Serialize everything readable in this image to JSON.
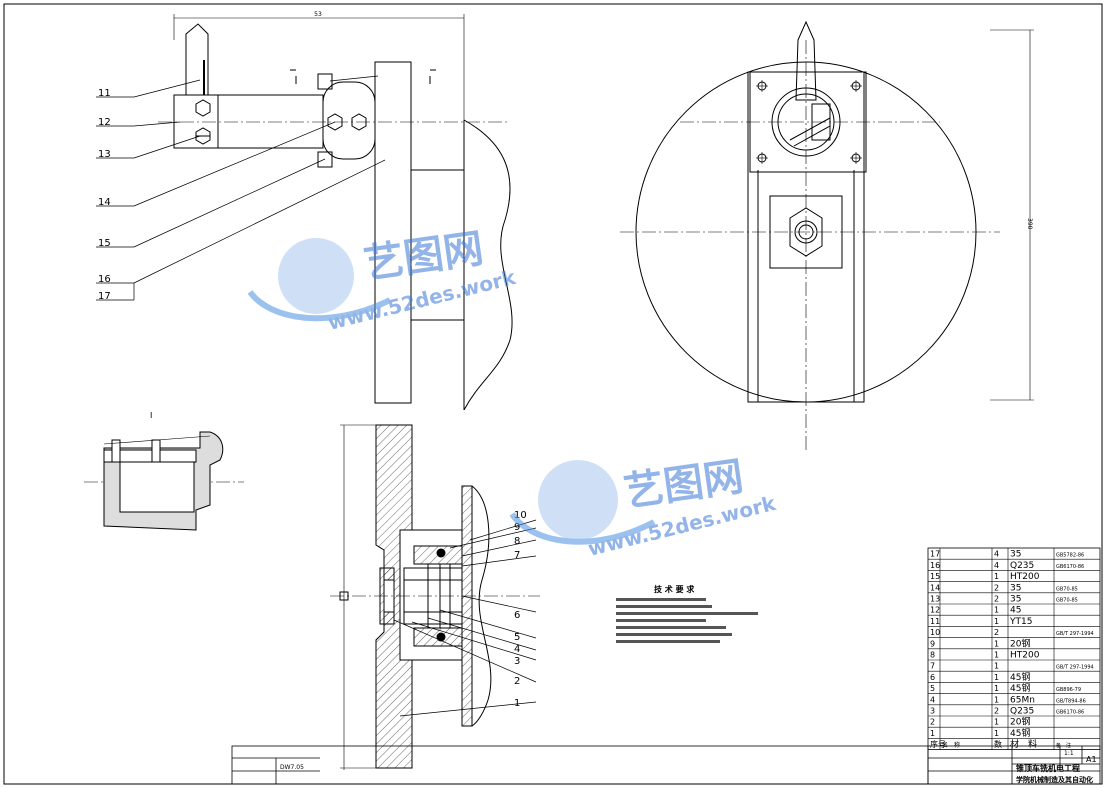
{
  "drawing": {
    "balloons_top": [
      "11",
      "12",
      "13",
      "14",
      "15",
      "16",
      "17"
    ],
    "balloons_section": [
      "10",
      "9",
      "8",
      "7",
      "6",
      "5",
      "4",
      "3",
      "2",
      "1"
    ],
    "dim_top": "53",
    "dim_right": "390",
    "section_mark": "I",
    "tech_title": "技 术 要 求"
  },
  "watermark": {
    "brand": "艺图网",
    "url": "www.52des.work"
  },
  "bom": {
    "rows": [
      {
        "no": "17",
        "name": "",
        "qty": "4",
        "mat": "35",
        "note": "GB5782-86"
      },
      {
        "no": "16",
        "name": "",
        "qty": "4",
        "mat": "Q235",
        "note": "GB6170-86"
      },
      {
        "no": "15",
        "name": "",
        "qty": "1",
        "mat": "HT200",
        "note": ""
      },
      {
        "no": "14",
        "name": "",
        "qty": "2",
        "mat": "35",
        "note": "GB70-85"
      },
      {
        "no": "13",
        "name": "",
        "qty": "2",
        "mat": "35",
        "note": "GB70-85"
      },
      {
        "no": "12",
        "name": "",
        "qty": "1",
        "mat": "45",
        "note": ""
      },
      {
        "no": "11",
        "name": "",
        "qty": "1",
        "mat": "YT15",
        "note": ""
      },
      {
        "no": "10",
        "name": "",
        "qty": "2",
        "mat": "",
        "note": "GB/T 297-1994"
      },
      {
        "no": "9",
        "name": "",
        "qty": "1",
        "mat": "20钢",
        "note": ""
      },
      {
        "no": "8",
        "name": "",
        "qty": "1",
        "mat": "HT200",
        "note": ""
      },
      {
        "no": "7",
        "name": "",
        "qty": "1",
        "mat": "",
        "note": "GB/T 297-1994"
      },
      {
        "no": "6",
        "name": "",
        "qty": "1",
        "mat": "45钢",
        "note": ""
      },
      {
        "no": "5",
        "name": "",
        "qty": "1",
        "mat": "45钢",
        "note": "GB896-79"
      },
      {
        "no": "4",
        "name": "",
        "qty": "1",
        "mat": "65Mn",
        "note": "GB/T894-86"
      },
      {
        "no": "3",
        "name": "",
        "qty": "2",
        "mat": "Q235",
        "note": "GB6170-86"
      },
      {
        "no": "2",
        "name": "",
        "qty": "1",
        "mat": "20钢",
        "note": ""
      },
      {
        "no": "1",
        "name": "",
        "qty": "1",
        "mat": "45钢",
        "note": ""
      }
    ],
    "header": {
      "no": "序号",
      "name": "名　称",
      "qty": "数",
      "mat": "材　料",
      "note": "备　注"
    },
    "scale": "1:1",
    "sheet": "A1",
    "title_line1": "锥顶车铣机电工程",
    "title_line2": "学院机械制造及其自动化",
    "code": "DW7.05"
  }
}
